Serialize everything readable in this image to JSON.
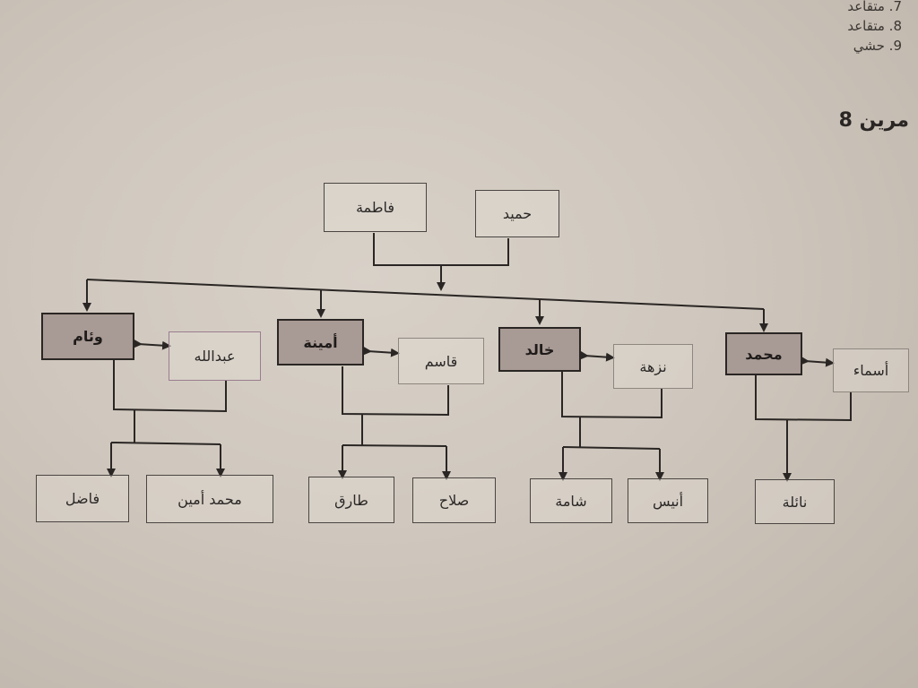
{
  "corner_list": [
    "7. متقاعد",
    "8. متقاعد",
    "9. حشي"
  ],
  "exercise_title": "مرين 8",
  "grandparents": {
    "left": "فاطمة",
    "right": "حميد"
  },
  "families": [
    {
      "parent": "وئام",
      "spouse": "عبدالله",
      "children": [
        "فاضل",
        "محمد أمين"
      ]
    },
    {
      "parent": "أمينة",
      "spouse": "قاسم",
      "children": [
        "طارق",
        "صلاح"
      ]
    },
    {
      "parent": "خالد",
      "spouse": "نزهة",
      "children": [
        "شامة",
        "أنيس"
      ]
    },
    {
      "parent": "محمد",
      "spouse": "أسماء",
      "children": [
        "نائلة"
      ]
    }
  ],
  "colors": {
    "parent_fill": "#a89a94",
    "line": "#2a2624",
    "paper": "#d8d1c8"
  }
}
